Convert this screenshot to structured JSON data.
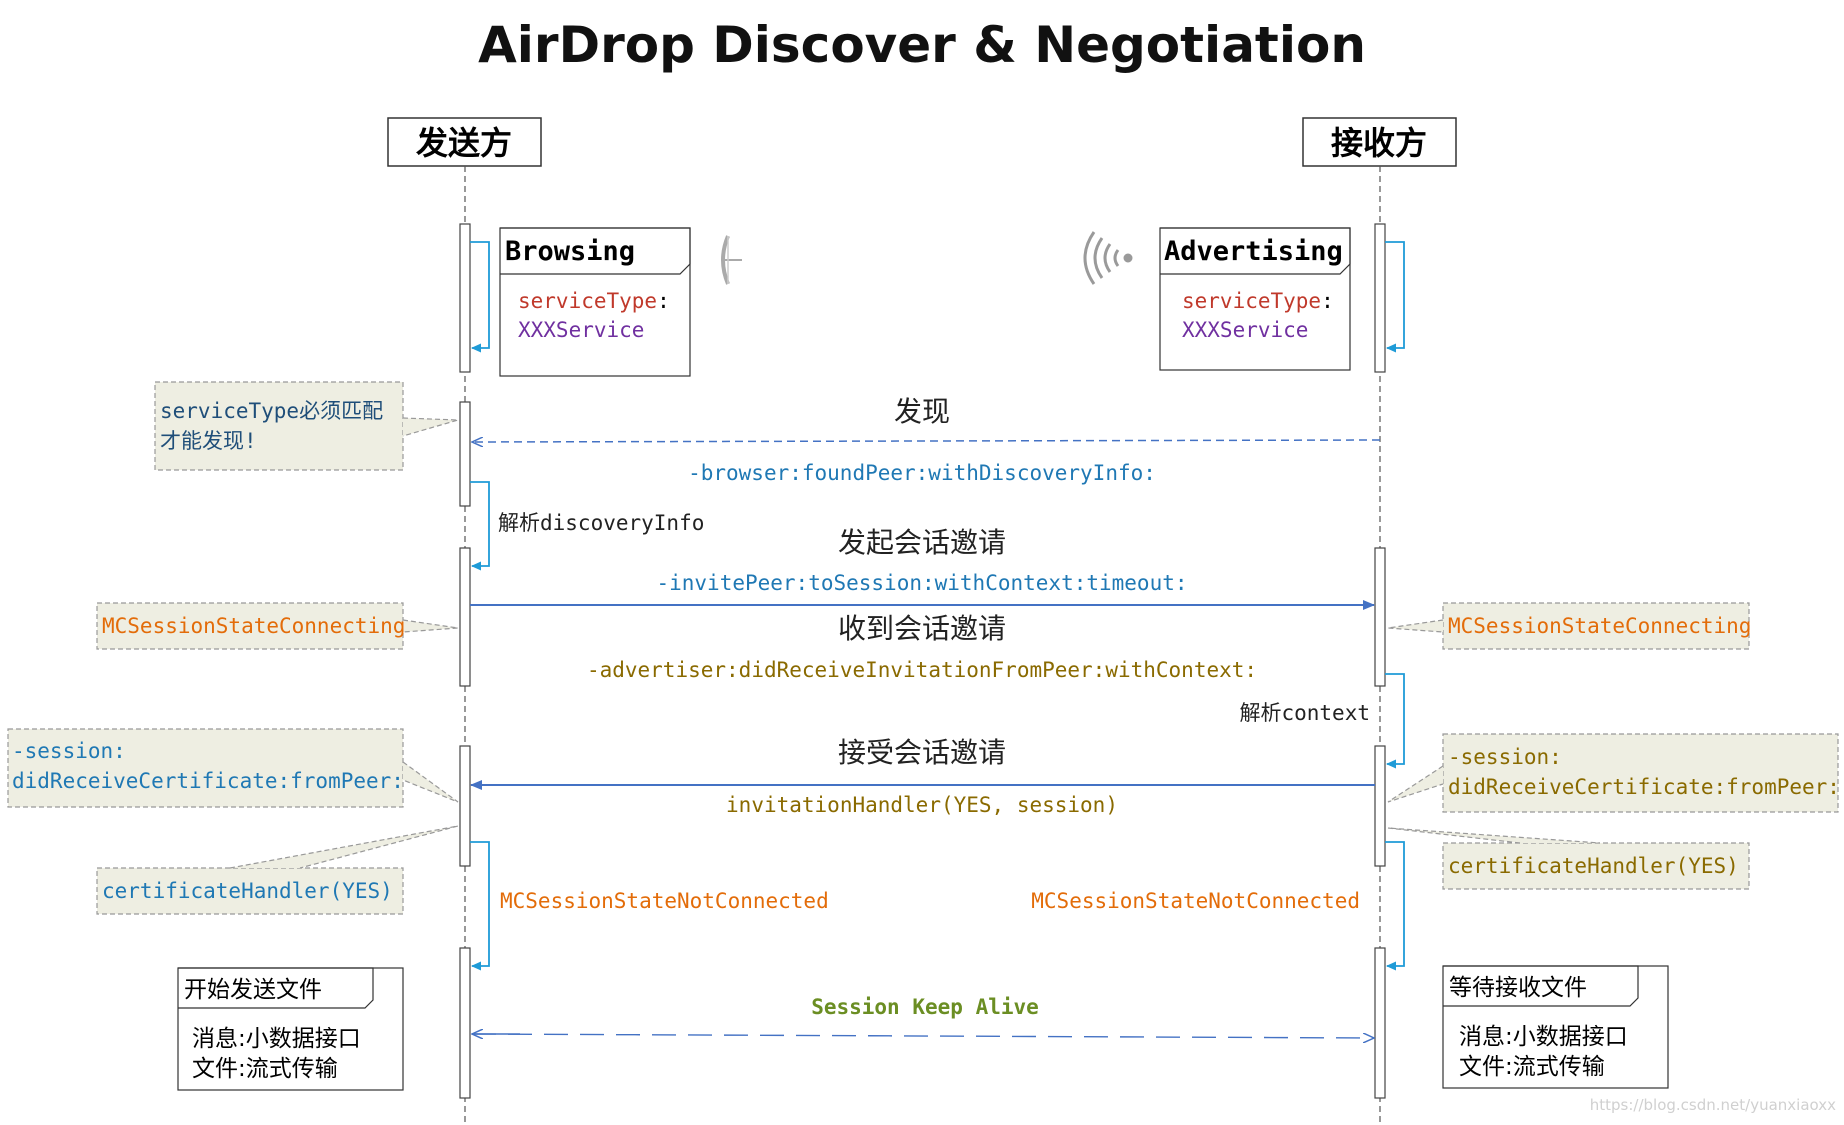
{
  "title": "AirDrop Discover & Negotiation",
  "colors": {
    "lifeline": "#555555",
    "arrow_blue": "#4472c4",
    "method_blue": "#1f78b4",
    "orange": "#e36c09",
    "dark_gold": "#8a6a00",
    "green_gold": "#6b8e23",
    "red": "#c0392b",
    "purple": "#7030a0",
    "note_bg": "#eeeee2",
    "note_border": "#999999"
  },
  "sender": {
    "label": "发送方"
  },
  "receiver": {
    "label": "接收方"
  },
  "browsing": {
    "title": "Browsing",
    "key": "serviceType",
    "colon": ":",
    "value": "XXXService"
  },
  "advertising": {
    "title": "Advertising",
    "key": "serviceType",
    "colon": ":",
    "value": "XXXService"
  },
  "notes": {
    "service_match_line1": "serviceType必须匹配",
    "service_match_line2": "才能发现!",
    "left_connecting": "MCSessionStateConnecting",
    "right_connecting": "MCSessionStateConnecting",
    "left_cert_line1": "-session:",
    "left_cert_line2": "didReceiveCertificate:fromPeer:",
    "right_cert_line1": "-session:",
    "right_cert_line2": "didReceiveCertificate:fromPeer:",
    "left_cert_handler": "certificateHandler(YES)",
    "right_cert_handler": "certificateHandler(YES)"
  },
  "messages": {
    "discover_title": "发现",
    "discover_method": "-browser:foundPeer:withDiscoveryInfo:",
    "parse_info": "解析discoveryInfo",
    "invite_title": "发起会话邀请",
    "invite_method": "-invitePeer:toSession:withContext:timeout:",
    "received_title": "收到会话邀请",
    "received_method": "-advertiser:didReceiveInvitationFromPeer:withContext:",
    "parse_context": "解析context",
    "accept_title": "接受会话邀请",
    "accept_method": "invitationHandler(YES, session)",
    "left_not_connected": "MCSessionStateNotConnected",
    "right_not_connected": "MCSessionStateNotConnected",
    "keep_alive": "Session Keep Alive"
  },
  "send_box": {
    "title": "开始发送文件",
    "line1": "消息:小数据接口",
    "line2": "文件:流式传输"
  },
  "receive_box": {
    "title": "等待接收文件",
    "line1": "消息:小数据接口",
    "line2": "文件:流式传输"
  },
  "watermark": "https://blog.csdn.net/yuanxiaoxx"
}
